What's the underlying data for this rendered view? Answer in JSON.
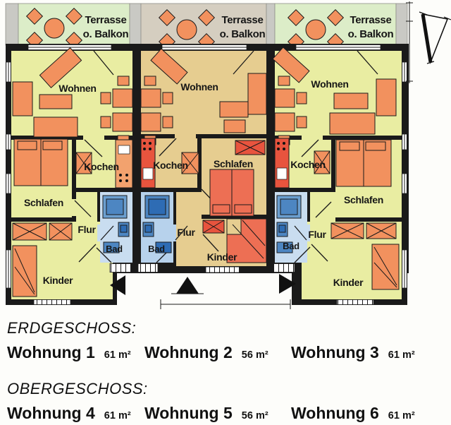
{
  "plan": {
    "type": "apartment floor plan",
    "apartments": [
      {
        "id": "left",
        "terrace": {
          "line1": "Terrasse",
          "line2": "o. Balkon"
        },
        "rooms": {
          "living": "Wohnen",
          "kitchen": "Kochen",
          "bedroom": "Schlafen",
          "hall": "Flur",
          "bath": "Bad",
          "child": "Kinder"
        }
      },
      {
        "id": "middle",
        "terrace": {
          "line1": "Terrasse",
          "line2": "o. Balkon"
        },
        "rooms": {
          "living": "Wohnen",
          "kitchen": "Kochen",
          "bedroom": "Schlafen",
          "hall": "Flur",
          "bath": "Bad",
          "child": "Kinder"
        }
      },
      {
        "id": "right",
        "terrace": {
          "line1": "Terrasse",
          "line2": "o. Balkon"
        },
        "rooms": {
          "living": "Wohnen",
          "kitchen": "Kochen",
          "bedroom": "Schlafen",
          "hall": "Flur",
          "bath": "Bad",
          "child": "Kinder"
        }
      }
    ]
  },
  "legend": {
    "floors": [
      {
        "heading": "ERDGESCHOSS:",
        "units": [
          {
            "name": "Wohnung 1",
            "area": "61 m²"
          },
          {
            "name": "Wohnung 2",
            "area": "56 m²"
          },
          {
            "name": "Wohnung 3",
            "area": "61 m²"
          }
        ]
      },
      {
        "heading": "OBERGESCHOSS:",
        "units": [
          {
            "name": "Wohnung 4",
            "area": "61 m²"
          },
          {
            "name": "Wohnung 5",
            "area": "56 m²"
          },
          {
            "name": "Wohnung 6",
            "area": "61 m²"
          }
        ]
      }
    ]
  },
  "colors": {
    "wall": "#1a1a1a",
    "room_yellow": "#e9eda2",
    "room_tan": "#e6cd90",
    "terrace_green": "#dcedc8",
    "terrace_grey": "#d5cec0",
    "divider_grey": "#c9c9c4",
    "furniture_orange": "#f2915e",
    "counter_light": "#f2a26e",
    "accent_red": "#e8543e",
    "bed_red": "#ed6f54",
    "bath_floor": "#c9ddf0",
    "bath_floor_dark": "#b7d2ec",
    "fixture_blue": "#4d86c2",
    "fixture_blue_dark": "#2e6cb4",
    "fixture_blue_light": "#6b9fd0",
    "background": "#fdfdfa"
  }
}
